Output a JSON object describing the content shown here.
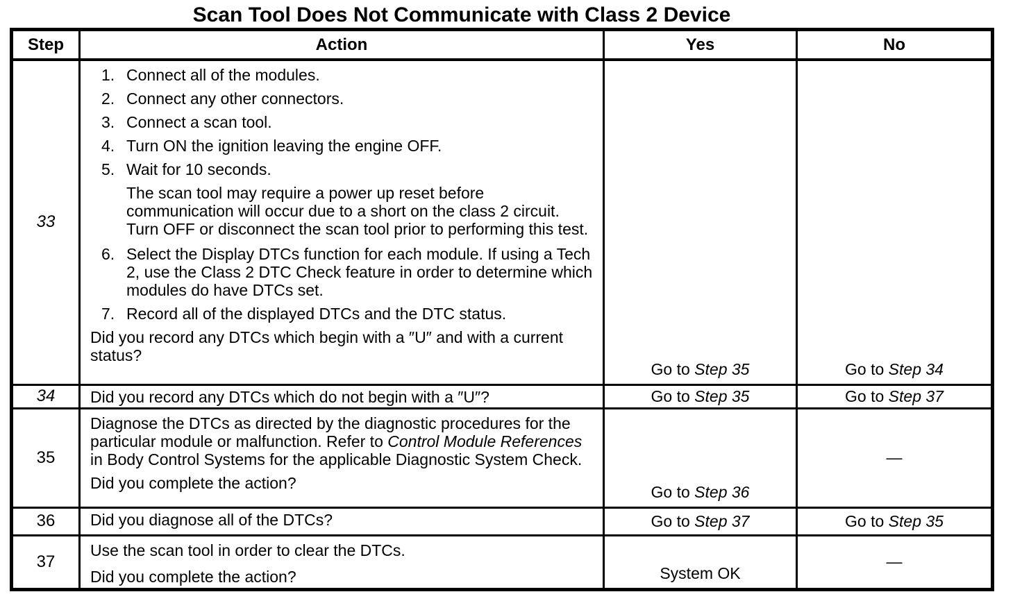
{
  "title": "Scan Tool Does Not Communicate with Class 2 Device",
  "table": {
    "headers": {
      "step": "Step",
      "action": "Action",
      "yes": "Yes",
      "no": "No"
    },
    "rows": [
      {
        "step": "33",
        "items": [
          {
            "num": "1.",
            "text": "Connect all of the modules."
          },
          {
            "num": "2.",
            "text": "Connect any other connectors."
          },
          {
            "num": "3.",
            "text": "Connect a scan tool."
          },
          {
            "num": "4.",
            "text": "Turn ON the ignition leaving the engine OFF."
          },
          {
            "num": "5.",
            "text": "Wait for 10 seconds."
          },
          {
            "num": "6.",
            "text": "Select the Display DTCs function for each module. If using a Tech 2, use the Class 2 DTC Check feature in order to determine which modules do have DTCs set."
          },
          {
            "num": "7.",
            "text": "Record all of the displayed DTCs and the DTC status."
          }
        ],
        "note": "The scan tool may require a power up reset before communication will occur due to a short on the class 2 circuit. Turn OFF or disconnect the scan tool prior to performing this test.",
        "question": "Did you record any DTCs which begin with a ″U″ and with a current status?",
        "yes": {
          "pre": "Go to ",
          "ref": "Step 35"
        },
        "no": {
          "pre": "Go to ",
          "ref": "Step 34"
        }
      },
      {
        "step": "34",
        "question": "Did you record any DTCs which do not begin with a ″U″?",
        "yes": {
          "pre": "Go to ",
          "ref": "Step 35"
        },
        "no": {
          "pre": "Go to ",
          "ref": "Step 37"
        }
      },
      {
        "step": "35",
        "para": {
          "p1": "Diagnose the DTCs as directed by the diagnostic procedures for the particular module or malfunction. Refer to ",
          "italic": "Control Module References",
          "p2": "  in Body Control Systems for the applicable Diagnostic System Check."
        },
        "question": "Did you complete the action?",
        "yes": {
          "pre": "Go to ",
          "ref": "Step 36"
        },
        "no": {
          "dash": "—"
        }
      },
      {
        "step": "36",
        "question": "Did you diagnose all of the DTCs?",
        "yes": {
          "pre": "Go to ",
          "ref": "Step 37"
        },
        "no": {
          "pre": "Go to ",
          "ref": "Step 35"
        }
      },
      {
        "step": "37",
        "line1": "Use the scan tool in order to clear the DTCs.",
        "question": "Did you complete the action?",
        "yes": {
          "ok": "System OK"
        },
        "no": {
          "dash": "—"
        }
      }
    ]
  }
}
